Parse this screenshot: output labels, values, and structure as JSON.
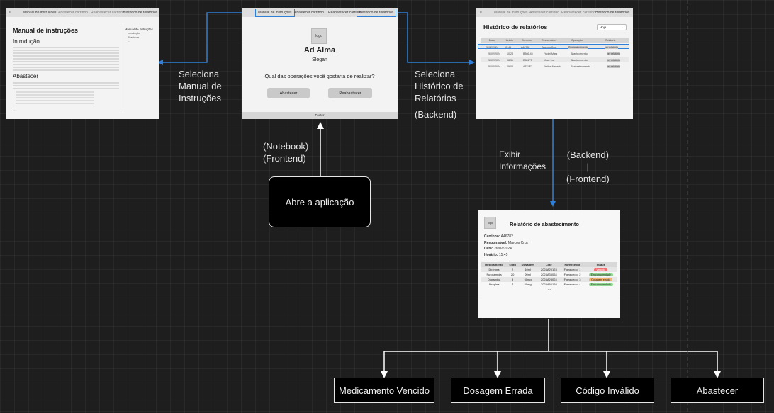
{
  "manual_frame": {
    "nav": [
      "Manual de instruções",
      "Abastecer carrinho",
      "Reabastecer carrinho",
      "Histórico de relatórios"
    ],
    "title": "Manual de instruções",
    "intro_heading": "Introdução",
    "section_heading": "Abastecer",
    "ellipsis": "...",
    "side_title": "Manual de instruções",
    "side_items": [
      "Introdução",
      "Abastecer",
      "..."
    ]
  },
  "home_frame": {
    "nav": [
      "Manual de instruções",
      "Abastecer carrinho",
      "Reabastecer carrinho",
      "Histórico de relatórios"
    ],
    "logo": "logo",
    "app_name": "Ad Alma",
    "slogan": "Slogan",
    "question": "Qual das operações você gostaria de realizar?",
    "btn_abastecer": "Abastecer",
    "btn_reabastecer": "Reabastecer",
    "footer": "Footer"
  },
  "history_frame": {
    "nav": [
      "Manual de instruções",
      "Abastecer carrinho",
      "Reabastecer carrinho",
      "Histórico de relatórios"
    ],
    "title": "Histórico de relatórios",
    "filter": "Hoje",
    "columns": [
      "Data",
      "Horário",
      "Carrinho",
      "Responsável",
      "Operação",
      "Relatório"
    ],
    "rows": [
      {
        "data": "26/02/2024",
        "hora": "15:45",
        "carrinho": "A46782",
        "resp": "Marcos Cruz",
        "op": "Reabastecimento",
        "rel": "ver relatório"
      },
      {
        "data": "26/02/2024",
        "hora": "10:23",
        "carrinho": "B366-45",
        "resp": "Yudhi Mara",
        "op": "Abastecimento",
        "rel": "ver relatório"
      },
      {
        "data": "26/02/2024",
        "hora": "08:31",
        "carrinho": "D8J4F5",
        "resp": "José Luz",
        "op": "Abastecimento",
        "rel": "ver relatório"
      },
      {
        "data": "26/02/2024",
        "hora": "09:02",
        "carrinho": "A3Y4F2",
        "resp": "Yelina Macedo",
        "op": "Reabastecimento",
        "rel": "ver relatório"
      }
    ]
  },
  "report_frame": {
    "logo": "logo",
    "title": "Relatório de abastecimento",
    "carrinho_label": "Carrinho:",
    "carrinho": "A46782",
    "resp_label": "Responsável:",
    "resp": "Marcos Cruz",
    "data_label": "Data:",
    "data": "26/02/2024",
    "hora_label": "Horário:",
    "hora": "15:45",
    "columns": [
      "Medicamento",
      "Qntd",
      "Dosagem",
      "Lote",
      "Fornecedor",
      "Status"
    ],
    "rows": [
      {
        "med": "Dipirona",
        "qtd": "2",
        "dose": "10ml",
        "lote": "2024A20123",
        "forn": "Fornecedor 1",
        "status": "Vencido"
      },
      {
        "med": "Furosemida",
        "qtd": "20",
        "dose": "20ml",
        "lote": "2024A35054",
        "forn": "Fornecedor 2",
        "status": "Em conformidade"
      },
      {
        "med": "Dopamina",
        "qtd": "3",
        "dose": "50mg",
        "lote": "2024A23024",
        "forn": "Fornecedor 3",
        "status": "Dosagem errada"
      },
      {
        "med": "Atropina",
        "qtd": "7",
        "dose": "50mg",
        "lote": "2024A56168",
        "forn": "Fornecedor 4",
        "status": "Em conformidade"
      }
    ],
    "more": "..."
  },
  "labels": {
    "manual": [
      "Seleciona",
      "Manual de",
      "Instruções"
    ],
    "history": [
      "Seleciona",
      "Histórico de",
      "Relatórios"
    ],
    "history_backend": "(Backend)",
    "notebook": [
      "(Notebook)",
      "(Frontend)"
    ],
    "exibir": [
      "Exibir",
      "Informações"
    ],
    "backend_frontend": [
      "(Backend)",
      "|",
      "(Frontend)"
    ]
  },
  "start_box": "Abre a aplicação",
  "outcomes": [
    "Medicamento Vencido",
    "Dosagem Errada",
    "Código Inválido",
    "Abastecer"
  ],
  "colors": {
    "arrow_blue": "#2f7fd8",
    "badge_red": "#f07070",
    "badge_green": "#8fd88f",
    "badge_orange": "#f2b36b"
  }
}
